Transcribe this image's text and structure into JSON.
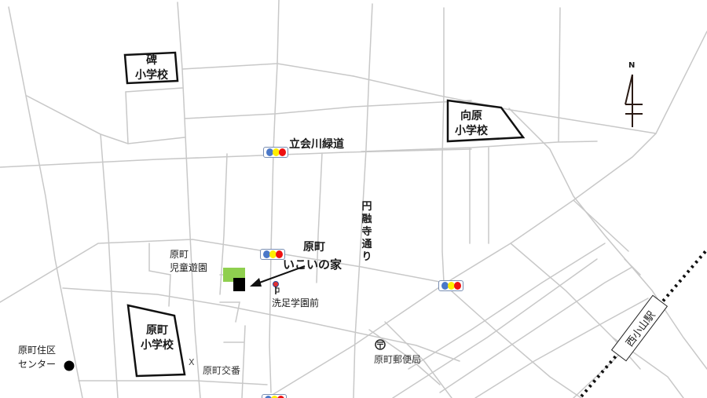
{
  "map": {
    "colors": {
      "road": "#c8c8c8",
      "park": "#8fcf4f",
      "signal_blue": "#4a78c8",
      "signal_yellow": "#ffee00",
      "signal_red": "#ee1111",
      "text": "#1a1a1a"
    },
    "compass": {
      "label": "N",
      "icon": "north-arrow-icon"
    },
    "schools": [
      {
        "id": "ishibumi",
        "line1": "碑",
        "line2": "小学校"
      },
      {
        "id": "mukouhara",
        "line1": "向原",
        "line2": "小学校"
      },
      {
        "id": "haramachi",
        "line1": "原町",
        "line2": "小学校"
      }
    ],
    "roads": {
      "tatekaigawa": "立会川緑道",
      "enyuji": "円融寺通り"
    },
    "destination": {
      "line1": "原町",
      "line2": "いこいの家",
      "icon": "building-marker-icon"
    },
    "park": {
      "line1": "原町",
      "line2": "児童遊園"
    },
    "bus_stop": {
      "label": "洗足学園前",
      "icon": "bus-stop-icon"
    },
    "community_center": {
      "line1": "原町住区",
      "line2": "センター",
      "icon": "dot-marker-icon"
    },
    "police_box": {
      "label": "原町交番",
      "symbol": "X"
    },
    "post_office": {
      "label": "原町郵便局",
      "symbol": "〒"
    },
    "station": {
      "label": "西小山駅"
    },
    "signals": [
      {
        "id": "signal-tatekaigawa",
        "icon": "traffic-signal-icon"
      },
      {
        "id": "signal-haramachi",
        "icon": "traffic-signal-icon"
      },
      {
        "id": "signal-east",
        "icon": "traffic-signal-icon"
      },
      {
        "id": "signal-south",
        "icon": "traffic-signal-icon"
      }
    ]
  }
}
